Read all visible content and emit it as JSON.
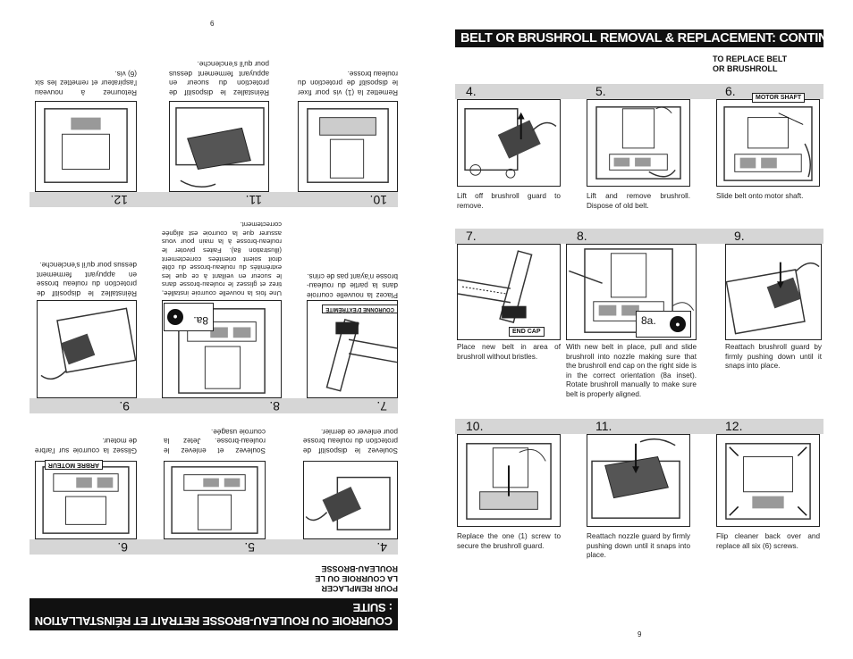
{
  "page_numbers": {
    "left": "6",
    "right": "9"
  },
  "right_page": {
    "title": "BELT OR BRUSHROLL REMOVAL & REPLACEMENT: CONTINUED",
    "subhead": "TO REPLACE BELT\nOR BRUSHROLL",
    "steps": [
      {
        "num": "4.",
        "caption": "Lift off brushroll guard to remove."
      },
      {
        "num": "5.",
        "caption": "Lift and remove brushroll. Dispose of old belt."
      },
      {
        "num": "6.",
        "caption": "Slide belt onto motor shaft.",
        "callout": "MOTOR SHAFT"
      },
      {
        "num": "7.",
        "caption": "Place new belt in area of brushroll without bristles.",
        "callout": "END CAP"
      },
      {
        "num": "8.",
        "caption": "With new belt in place, pull and slide brushroll into nozzle making sure that the brushroll end cap on the right side is in the correct orientation (8a inset). Rotate brushroll manually to make sure belt is properly aligned.",
        "inset": "8a."
      },
      {
        "num": "9.",
        "caption": "Reattach brushroll guard by firmly pushing down until it snaps into place."
      },
      {
        "num": "10.",
        "caption": "Replace the one (1) screw to secure the brushroll guard."
      },
      {
        "num": "11.",
        "caption": "Reattach nozzle guard by firmly pushing down until it snaps into place."
      },
      {
        "num": "12.",
        "caption": "Flip cleaner back over and replace all six (6) screws."
      }
    ]
  },
  "left_page": {
    "title": "COURROIE OU ROULEAU-BROSSE RETRAIT ET RÉINSTALLATION : SUITE",
    "subhead": "POUR REMPLACER\nLA COURROIE OU LE\nROULEAU-BROSSE",
    "steps": [
      {
        "num": "4.",
        "caption": "Soulevez le dispositif de protection du rouleau brosse pour enlever ce dernier."
      },
      {
        "num": "5.",
        "caption": "Soulevez et enlevez le rouleau-brosse. Jetez la courroie usagée."
      },
      {
        "num": "6.",
        "caption": "Glissez la courroie sur l'arbre de moteur.",
        "callout": "ARBRE MOTEUR"
      },
      {
        "num": "7.",
        "caption": "Placez la nouvelle courroie dans la partie du rouleau-brosse n'ayant pas de crins.",
        "callout": "COURONNE D'EXTRÉMITÉ"
      },
      {
        "num": "8.",
        "caption": "Une fois la nouvelle courroie installée, tirez et glissez le rouleau-brosse dans le suceur en veillant à ce que les extrémités du rouleau-brosse du côté droit soient orientées correctement (illustration 8a). Faites pivoter le rouleau-brosse à la main pour vous assurer que la courroie est alignée correctement.",
        "inset": "8a."
      },
      {
        "num": "9.",
        "caption": "Réinstallez le dispositif de protection du rouleau brosse en appuyant fermement dessus pour qu'il s'enclenche."
      },
      {
        "num": "10.",
        "caption": "Remettez la (1) vis pour fixer le dispositif de protection du rouleau brosse."
      },
      {
        "num": "11.",
        "caption": "Réinstallez le dispositif de protection du suceur en appuyant fermement dessus pour qu'il s'enclenche."
      },
      {
        "num": "12.",
        "caption": "Retournez à nouveau l'aspirateur et remettez les six (6) vis."
      }
    ]
  },
  "colors": {
    "title_bg": "#111111",
    "strip": "#d6d6d6"
  },
  "icons": [
    "vacuum-illustration",
    "hand-icon",
    "arrow-icon",
    "rotation-icon"
  ]
}
